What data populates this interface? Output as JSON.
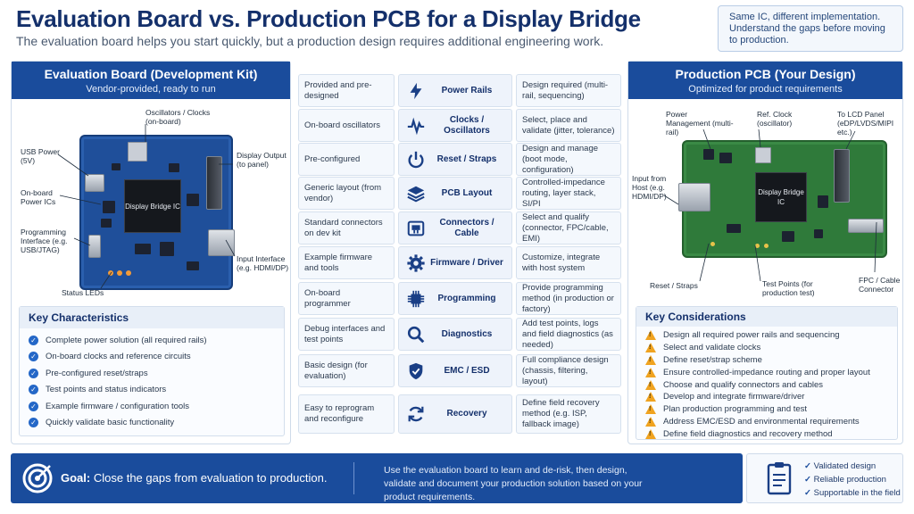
{
  "header": {
    "title": "Evaluation Board vs. Production PCB for a Display Bridge",
    "subtitle": "The evaluation board helps you start quickly, but a production design requires additional engineering work.",
    "note": "Same IC, different implementation. Understand the gaps before moving to production."
  },
  "eval": {
    "title": "Evaluation Board (Development Kit)",
    "subtitle": "Vendor-provided, ready to run",
    "chip_label": "Display Bridge IC",
    "callouts": {
      "osc": "Oscillators / Clocks (on-board)",
      "usb": "USB Power (5V)",
      "display": "Display Output (to panel)",
      "power_ics": "On-board Power ICs",
      "programming": "Programming Interface (e.g. USB/JTAG)",
      "input": "Input Interface (e.g. HDMI/DP)",
      "leds": "Status LEDs"
    },
    "key_title": "Key Characteristics",
    "key_items": [
      "Complete power solution (all required rails)",
      "On-board clocks and reference circuits",
      "Pre-configured reset/straps",
      "Test points and status indicators",
      "Example firmware / configuration tools",
      "Quickly validate basic functionality"
    ]
  },
  "prod": {
    "title": "Production PCB (Your Design)",
    "subtitle": "Optimized for product requirements",
    "chip_label": "Display Bridge IC",
    "callouts": {
      "power": "Power Management (multi-rail)",
      "clock": "Ref. Clock (oscillator)",
      "lcd": "To LCD Panel (eDP/LVDS/MIPI etc.)",
      "input": "Input from Host (e.g. HDMI/DP)",
      "reset": "Reset / Straps",
      "test": "Test Points (for production test)",
      "fpc": "FPC / Cable Connector"
    },
    "key_title": "Key Considerations",
    "key_items": [
      "Design all required power rails and sequencing",
      "Select and validate clocks",
      "Define reset/strap scheme",
      "Ensure controlled-impedance routing and proper layout",
      "Choose and qualify connectors and cables",
      "Develop and integrate firmware/driver",
      "Plan production programming and test",
      "Address EMC/ESD and environmental requirements",
      "Define field diagnostics and recovery method"
    ]
  },
  "comparison": [
    {
      "left": "Provided and pre-designed",
      "label": "Power Rails",
      "icon": "lightning-icon",
      "right": "Design required (multi-rail, sequencing)"
    },
    {
      "left": "On-board oscillators",
      "label": "Clocks / Oscillators",
      "icon": "waveform-icon",
      "right": "Select, place and validate (jitter, tolerance)"
    },
    {
      "left": "Pre-configured",
      "label": "Reset / Straps",
      "icon": "power-icon",
      "right": "Design and manage (boot mode, configuration)"
    },
    {
      "left": "Generic layout (from vendor)",
      "label": "PCB Layout",
      "icon": "layers-icon",
      "right": "Controlled-impedance routing, layer stack, SI/PI"
    },
    {
      "left": "Standard connectors on dev kit",
      "label": "Connectors / Cable",
      "icon": "connector-icon",
      "right": "Select and qualify (connector, FPC/cable, EMI)"
    },
    {
      "left": "Example firmware and tools",
      "label": "Firmware / Driver",
      "icon": "gear-icon",
      "right": "Customize, integrate with host system"
    },
    {
      "left": "On-board programmer",
      "label": "Programming",
      "icon": "chip-icon",
      "right": "Provide programming method (in production or factory)"
    },
    {
      "left": "Debug interfaces and test points",
      "label": "Diagnostics",
      "icon": "magnifier-icon",
      "right": "Add test points, logs and field diagnostics (as needed)"
    },
    {
      "left": "Basic design (for evaluation)",
      "label": "EMC / ESD",
      "icon": "shield-icon",
      "right": "Full compliance design (chassis, filtering, layout)"
    },
    {
      "left": "Easy to reprogram and reconfigure",
      "label": "Recovery",
      "icon": "refresh-icon",
      "right": "Define field recovery method (e.g. ISP, fallback image)"
    }
  ],
  "goal": {
    "label": "Goal:",
    "text": "Close the gaps from evaluation to production.",
    "description": "Use the evaluation board to learn and de-risk, then design, validate and document your production solution based on your product requirements."
  },
  "checks": [
    "Validated design",
    "Reliable production",
    "Supportable in the field"
  ],
  "colors": {
    "navy": "#14306b",
    "header_blue": "#1a4c9c",
    "pcb_blue": "#1f4f9a",
    "pcb_green": "#2f7a3a",
    "warning": "#f0a320",
    "check_blue": "#2467c7"
  }
}
